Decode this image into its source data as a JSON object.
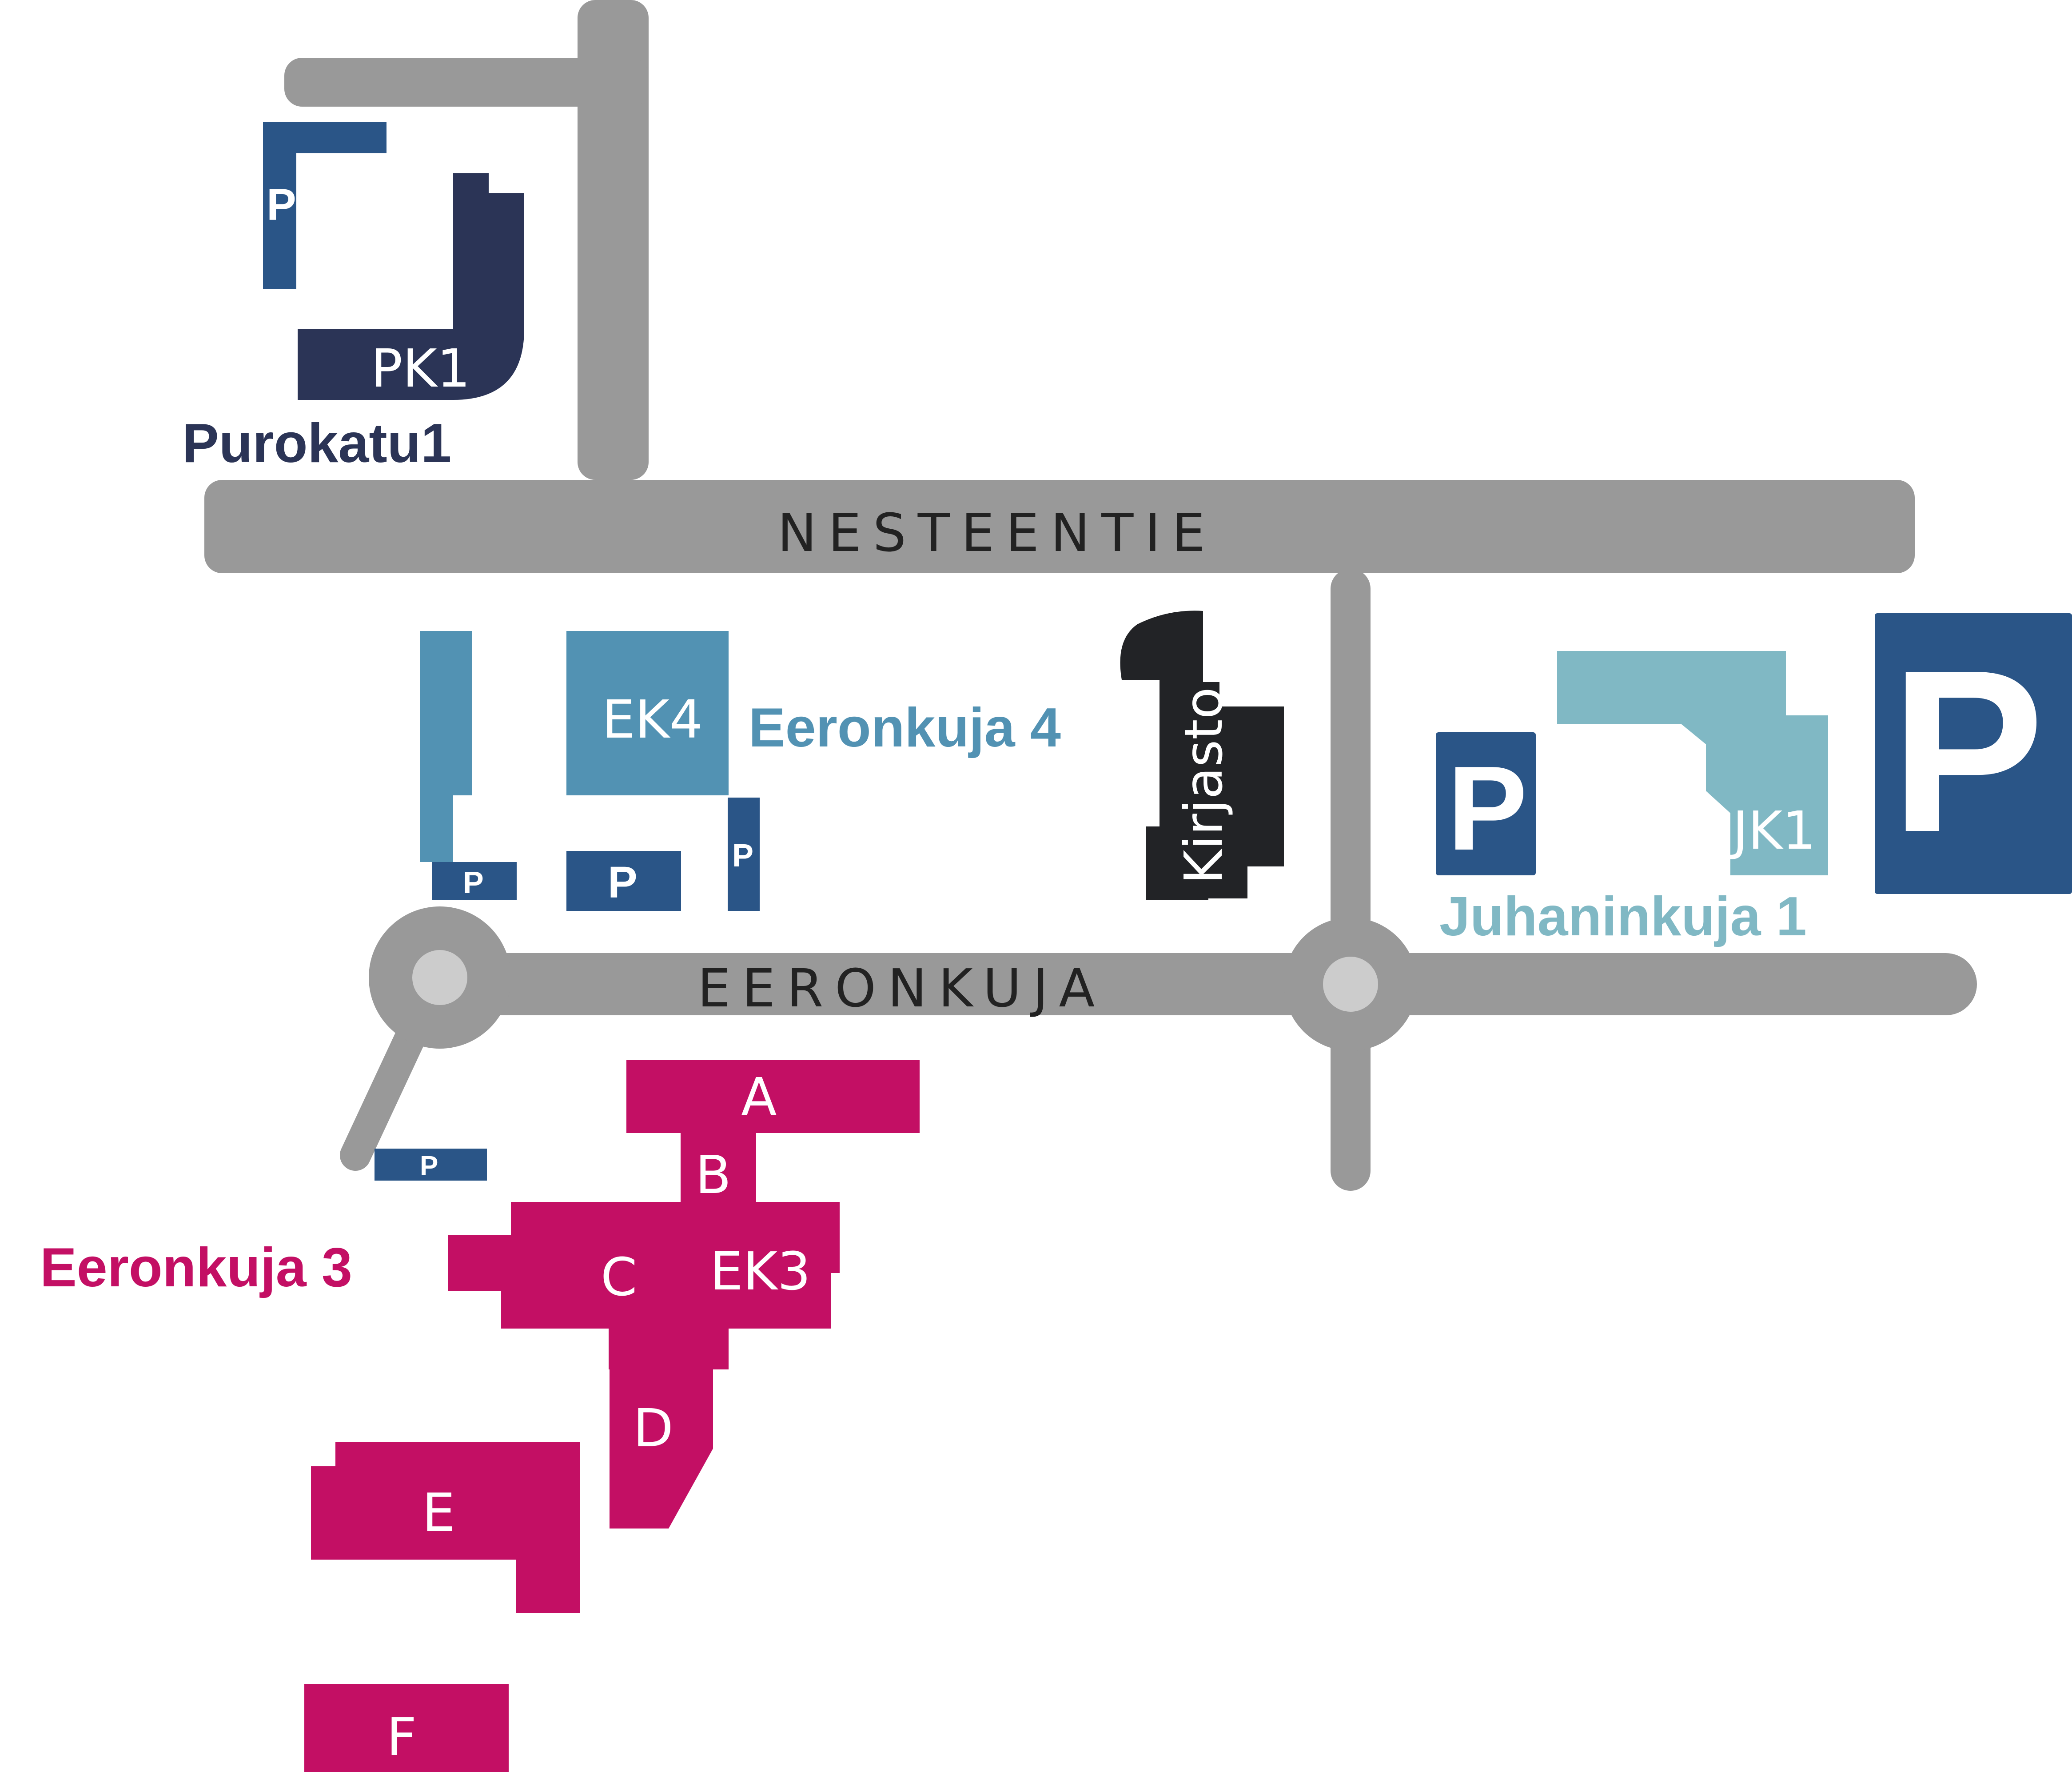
{
  "colors": {
    "road": "#999999",
    "roundabout_hub": "#cccccc",
    "parking": "#2a5587",
    "purokatu": "#2b3456",
    "eeronkuja4": "#5292b3",
    "kirjasto": "#222326",
    "juhaninkuja": "#80b8c4",
    "eeronkuja3": "#c30f64",
    "street_text": "#222222"
  },
  "streets": {
    "nesteentie": "NESTEENTIE",
    "eeronkuja": "EERONKUJA"
  },
  "campuses": {
    "purokatu": {
      "address": "Purokatu1",
      "building": "PK1"
    },
    "eeronkuja4": {
      "address": "Eeronkuja 4",
      "building": "EK4"
    },
    "kirjasto": {
      "building": "Kirjasto"
    },
    "juhaninkuja": {
      "address": "Juhaninkuja 1",
      "building": "JK1"
    },
    "eeronkuja3": {
      "address": "Eeronkuja 3",
      "building": "EK3",
      "wings": [
        "A",
        "B",
        "C",
        "D",
        "E",
        "F"
      ]
    }
  },
  "parking": {
    "symbol": "P",
    "icon": "parking-icon"
  }
}
